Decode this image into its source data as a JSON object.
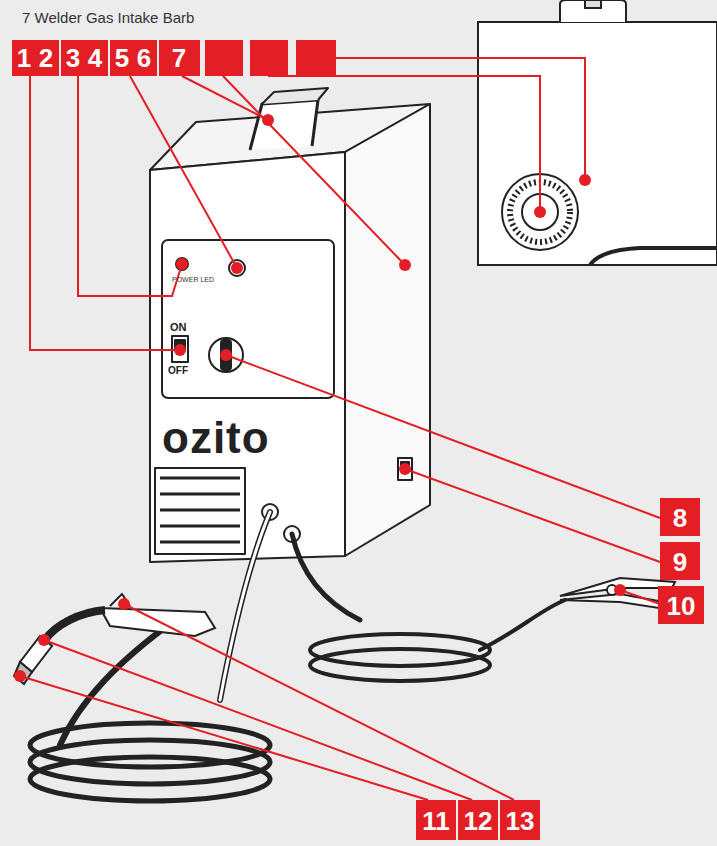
{
  "diagram": {
    "labels": [
      "7 Welder Gas Intake Barb",
      "1",
      "2",
      "3",
      "4",
      "5",
      "6",
      "7",
      "POWER LED",
      "ON",
      "OFF",
      "ozito",
      "8",
      "9",
      "10",
      "11",
      "12",
      "13"
    ]
  }
}
